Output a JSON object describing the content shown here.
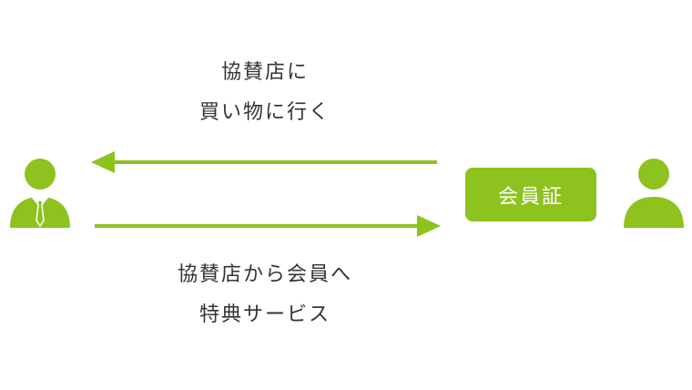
{
  "caption_top": {
    "line1": "協賛店に",
    "line2": "買い物に行く"
  },
  "caption_bottom": {
    "line1": "協賛店から会員へ",
    "line2": "特典サービス"
  },
  "badge": {
    "label": "会員証"
  },
  "colors": {
    "accent": "#8dc21f",
    "text": "#333333",
    "background": "#ffffff"
  },
  "icons": {
    "left": "businessman-icon",
    "right": "person-icon",
    "arrow_top": "arrow-left-icon",
    "arrow_bottom": "arrow-right-icon"
  }
}
